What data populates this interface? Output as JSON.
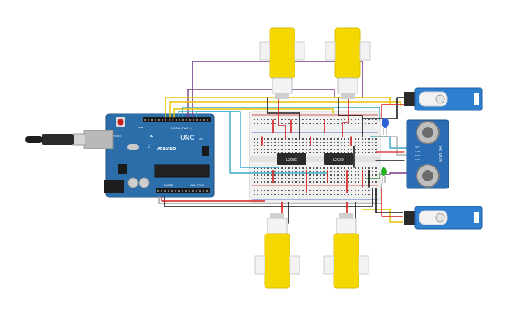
{
  "arduino": {
    "brand_logo": "ARDUINO",
    "model": "UNO",
    "reset_label": "RESET",
    "aref_label": "AREF",
    "header_digital": "DIGITAL (PWM~)",
    "header_power": "POWER",
    "header_analog": "ANALOG IN",
    "tx_label": "TX",
    "rx_label": "RX",
    "l_label": "L",
    "on_label": "ON"
  },
  "drivers": [
    {
      "label": "L293D"
    },
    {
      "label": "L293D"
    }
  ],
  "sensor": {
    "name": "HC-SR04",
    "pins": [
      "VCC",
      "TRIG",
      "ECHO",
      "GND"
    ]
  },
  "colors": {
    "board": "#2b6eaa",
    "motor": "#f5d800",
    "servo": "#2f7fd0",
    "wire_black": "#1a1a1a",
    "wire_red": "#d81c1c",
    "wire_purple": "#7a3a8c",
    "wire_yellow": "#e8c200",
    "wire_cyan": "#39a9c9",
    "wire_green": "#3ea64a",
    "wire_gray": "#a0a0a0",
    "led_blue": "#2d5fd6",
    "led_green": "#22b022"
  }
}
